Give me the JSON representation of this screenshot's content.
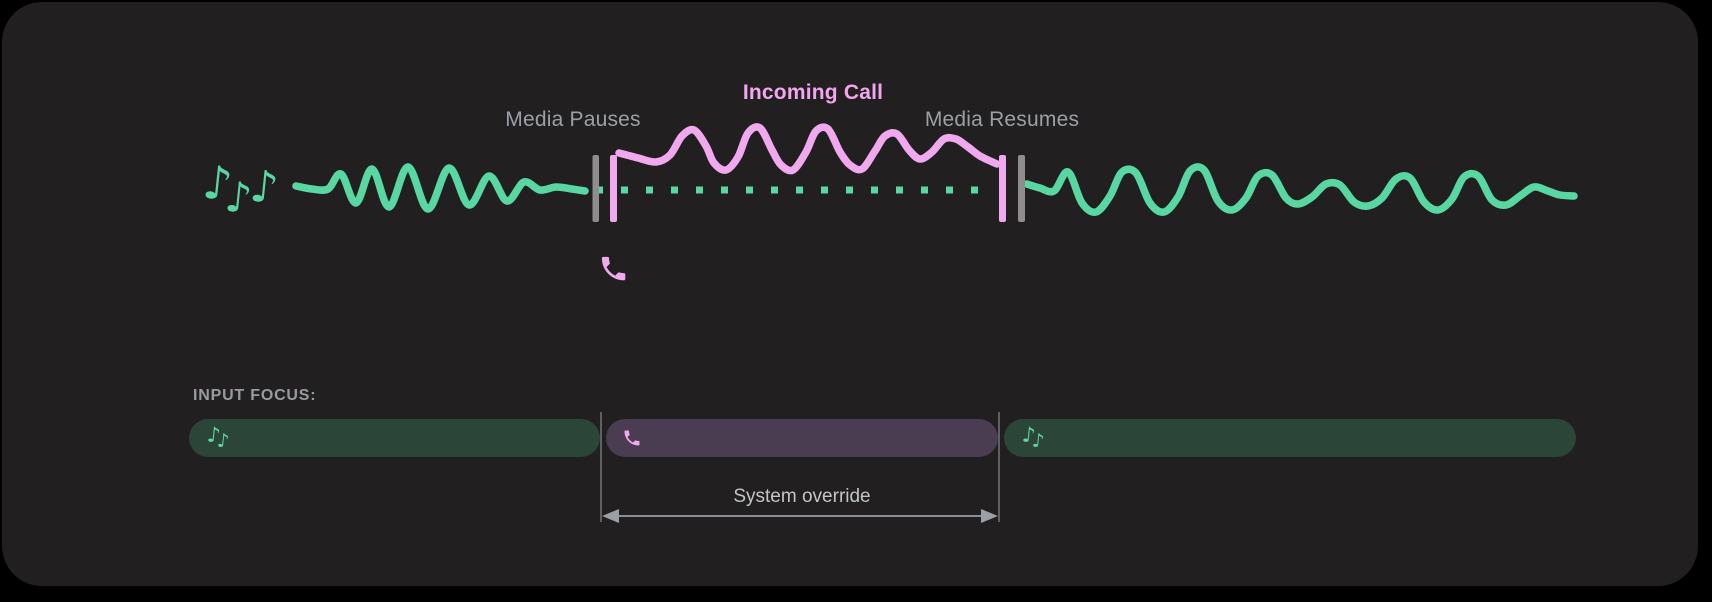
{
  "diagram": {
    "media_pauses_label": "Media Pauses",
    "incoming_call_label": "Incoming Call",
    "media_resumes_label": "Media Resumes",
    "note_glyph": "♪"
  },
  "timeline": {
    "heading": "INPUT FOCUS:",
    "annotation": "System override",
    "segments": [
      {
        "id": "media-before-call",
        "icon": "music-notes-icon"
      },
      {
        "id": "call-system-override",
        "icon": "phone-icon"
      },
      {
        "id": "media-after-call",
        "icon": "music-notes-icon"
      }
    ]
  },
  "colors": {
    "media_green": "#58d7a2",
    "call_pink": "#f0a8ee",
    "incoming_call_text": "#f2a6ef",
    "marker_grey": "#8e8e8e",
    "label_grey": "#9aa0a6",
    "media_track_bg": "#2b4538",
    "call_track_bg": "#4a3c51",
    "annotation_text": "#c1c5c9",
    "panel_bg": "#211f20",
    "page_bg": "#000000"
  }
}
